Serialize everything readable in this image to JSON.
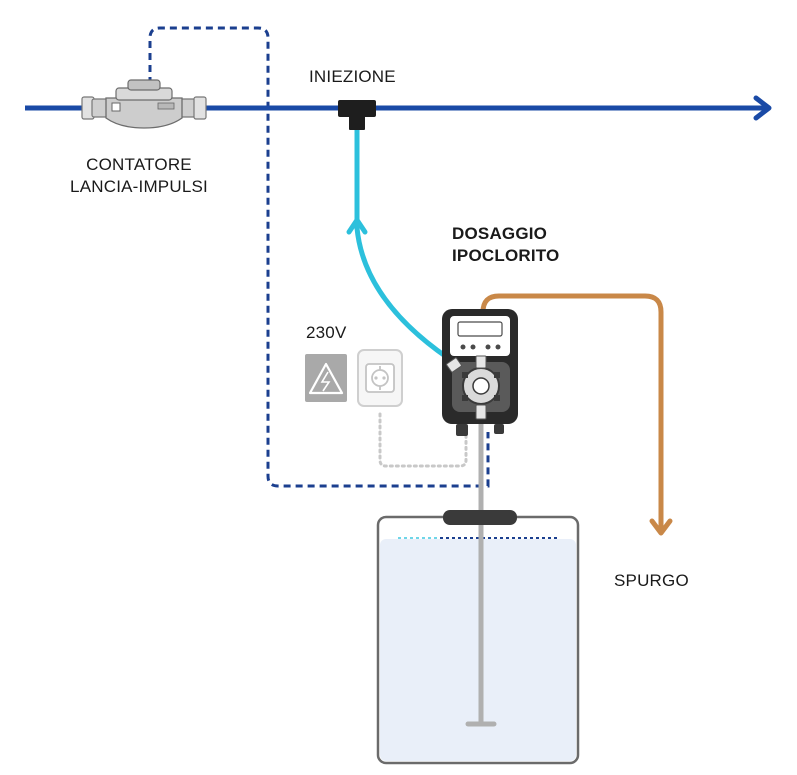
{
  "labels": {
    "meter_line1": "CONTATORE",
    "meter_line2": "LANCIA-IMPULSI",
    "injection": "INIEZIONE",
    "dosing_line1": "DOSAGGIO",
    "dosing_line2": "IPOCLORITO",
    "voltage": "230V",
    "purge": "SPURGO"
  },
  "colors": {
    "main_line": "#1a4aa6",
    "signal_dash": "#1b3f8f",
    "injection_hose": "#2cc0dc",
    "purge_hose": "#c98848",
    "electrical_dots": "#c8c8c8",
    "tank_outline": "#6b6b6b",
    "tank_liquid": "#e9eff9",
    "pump_body": "#2a2a2a"
  },
  "icons": [
    "water-meter-icon",
    "tee-fitting-icon",
    "dosing-pump-icon",
    "electrical-hazard-icon",
    "power-socket-icon",
    "tank-icon"
  ]
}
